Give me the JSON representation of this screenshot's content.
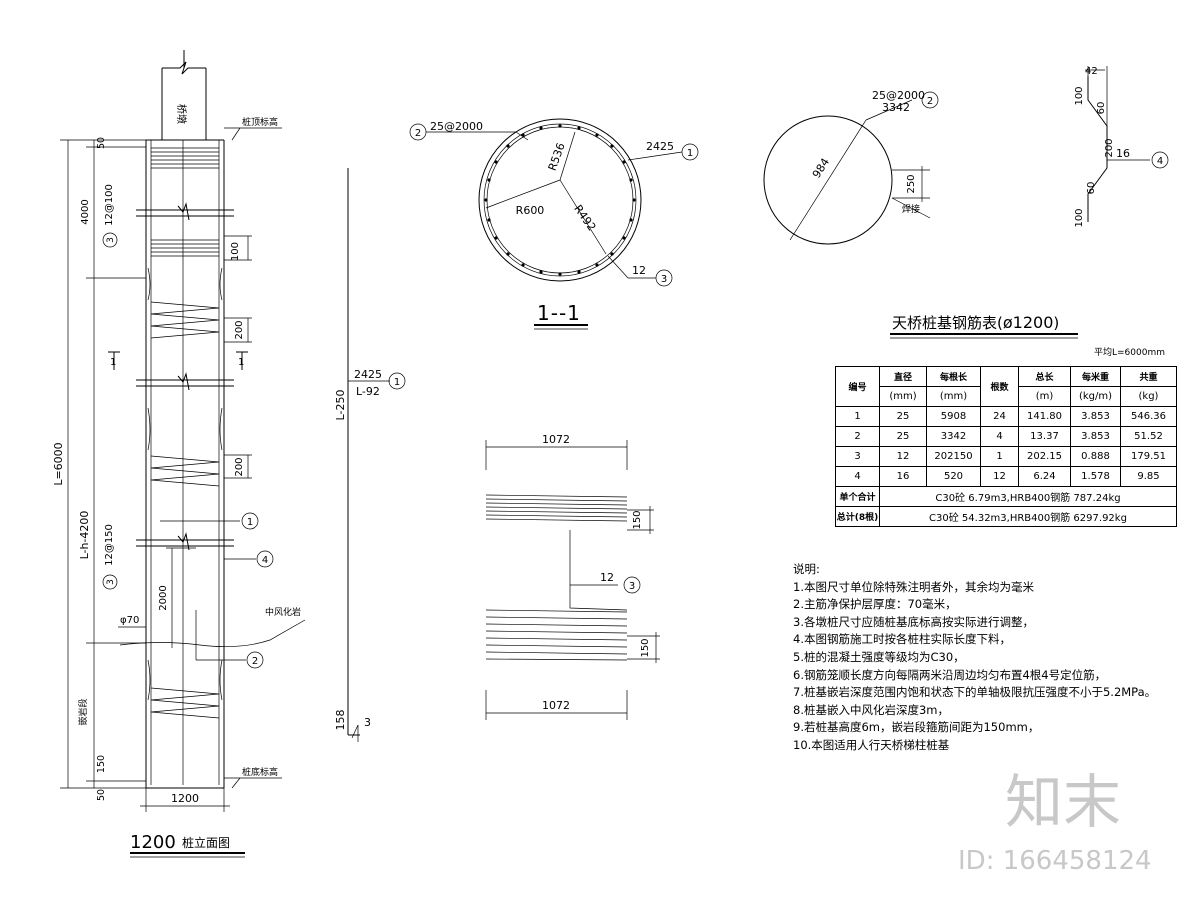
{
  "elevation": {
    "title_num": "1200",
    "title_text": "桩立面图",
    "top_label": "桥墩",
    "pile_top_label": "桩顶标高",
    "pile_bottom_label": "桩底标高",
    "rock_label": "中风化岩",
    "embed_label": "嵌岩段",
    "dim_50_top": "50",
    "dim_4000": "4000",
    "dim_L6000": "L=6000",
    "dim_Lh4200": "L-h-4200",
    "dim_150": "150",
    "dim_50_bot": "50",
    "dim_1200": "1200",
    "dim_2000": "2000",
    "dim_phi70": "φ70",
    "dim_100": "100",
    "dim_200a": "200",
    "dim_200b": "200",
    "stirrup_top": "12@100",
    "stirrup_bot": "12@150",
    "mark3": "3",
    "mark1": "1",
    "mark2": "2",
    "mark4": "4",
    "section_mark": "1"
  },
  "long_bar": {
    "spec": "2425",
    "len": "L-92",
    "mark": "1",
    "dim_L250": "L-250",
    "dim_158": "158",
    "mark3": "3"
  },
  "section": {
    "bar2_spec": "25@2000",
    "bar1_spec": "2425",
    "stirrup_spec": "12",
    "R536": "R536",
    "R600": "R600",
    "R492": "R492",
    "title": "1--1",
    "mark1": "1",
    "mark2": "2",
    "mark3": "3"
  },
  "ring": {
    "spec": "25@2000",
    "len": "3342",
    "diam": "984",
    "dim_250": "250",
    "weld_label": "焊接",
    "mark": "2"
  },
  "spiral": {
    "dim_top": "1072",
    "dim_bot": "1072",
    "dim_150a": "150",
    "dim_150b": "150",
    "spec": "12",
    "mark": "3"
  },
  "bent_bar": {
    "d42": "42",
    "d100a": "100",
    "d60a": "60",
    "d200": "200",
    "d60b": "60",
    "d100b": "100",
    "spec": "16",
    "mark": "4"
  },
  "table": {
    "title_pre": "天桥桩基钢筋表(",
    "title_sym": "ø1200",
    "title_post": ")",
    "note": "平均L=6000mm",
    "headers": [
      "编号",
      "直径\n(mm)",
      "每根长\n(mm)",
      "根数",
      "总长\n(m)",
      "每米重\n(kg/m)",
      "共重\n(kg)"
    ],
    "h": {
      "no": "编号",
      "dia1": "直径",
      "dia2": "(mm)",
      "len1": "每根长",
      "len2": "(mm)",
      "cnt": "根数",
      "tot1": "总长",
      "tot2": "(m)",
      "wpm1": "每米重",
      "wpm2": "(kg/m)",
      "wt1": "共重",
      "wt2": "(kg)"
    },
    "rows": [
      [
        "1",
        "25",
        "5908",
        "24",
        "141.80",
        "3.853",
        "546.36"
      ],
      [
        "2",
        "25",
        "3342",
        "4",
        "13.37",
        "3.853",
        "51.52"
      ],
      [
        "3",
        "12",
        "202150",
        "1",
        "202.15",
        "0.888",
        "179.51"
      ],
      [
        "4",
        "16",
        "520",
        "12",
        "6.24",
        "1.578",
        "9.85"
      ]
    ],
    "single_label": "单个合计",
    "single_value": "C30砼 6.79m3,HRB400钢筋 787.24kg",
    "total_label": "总计(8根)",
    "total_value": "C30砼 54.32m3,HRB400钢筋 6297.92kg"
  },
  "notes": {
    "title": "说明:",
    "items": [
      "1.本图尺寸单位除特殊注明者外，其余均为毫米",
      "2.主筋净保护层厚度：70毫米，",
      "3.各墩桩尺寸应随桩基底标高按实际进行调整，",
      "4.本图钢筋施工时按各桩柱实际长度下料，",
      "5.桩的混凝土强度等级均为C30，",
      "6.钢筋笼顺长度方向每隔两米沿周边均匀布置4根4号定位筋，",
      "7.桩基嵌岩深度范围内饱和状态下的单轴极限抗压强度不小于5.2MPa。",
      "8.桩基嵌入中风化岩深度3m，",
      "9.若桩基高度6m，嵌岩段箍筋间距为150mm，",
      "10.本图适用人行天桥梯柱桩基"
    ]
  },
  "watermark": {
    "logo": "知末",
    "id": "ID: 166458124"
  }
}
